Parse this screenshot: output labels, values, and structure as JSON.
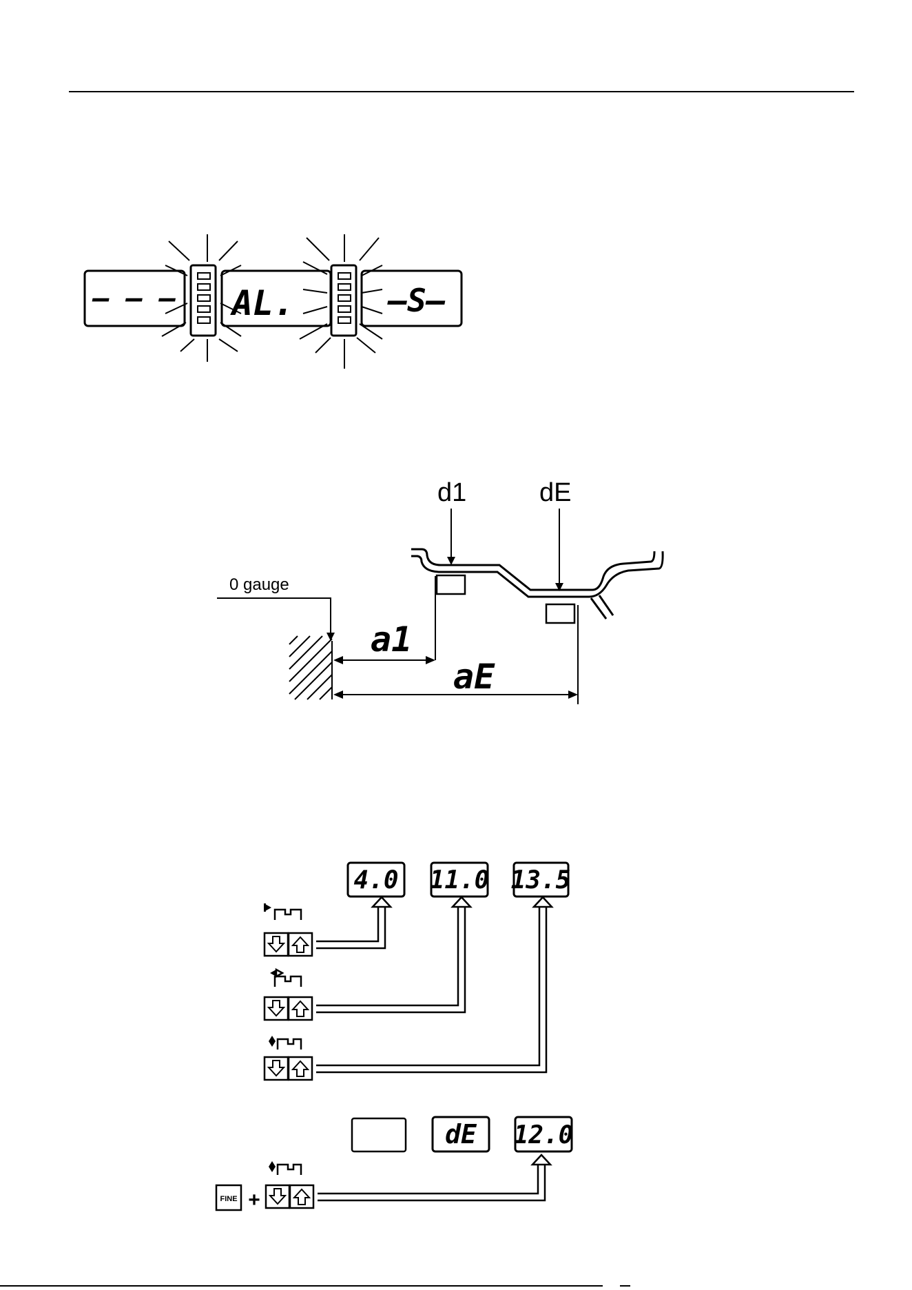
{
  "alarm_panel": {
    "left_display": "– – –",
    "center_display": "AL.",
    "right_display": "–S–"
  },
  "rim_diagram": {
    "label_d1": "d1",
    "label_dE": "dE",
    "label_zero_gauge": "0 gauge",
    "label_a1": "a1",
    "label_aE": "aE"
  },
  "adjust_panel": {
    "display_1": "4.0",
    "display_2": "11.0",
    "display_3": "13.5",
    "display_4": "",
    "display_5": "dE",
    "display_6": "12.0",
    "fine_key": "FINE",
    "plus_sign": "+"
  }
}
